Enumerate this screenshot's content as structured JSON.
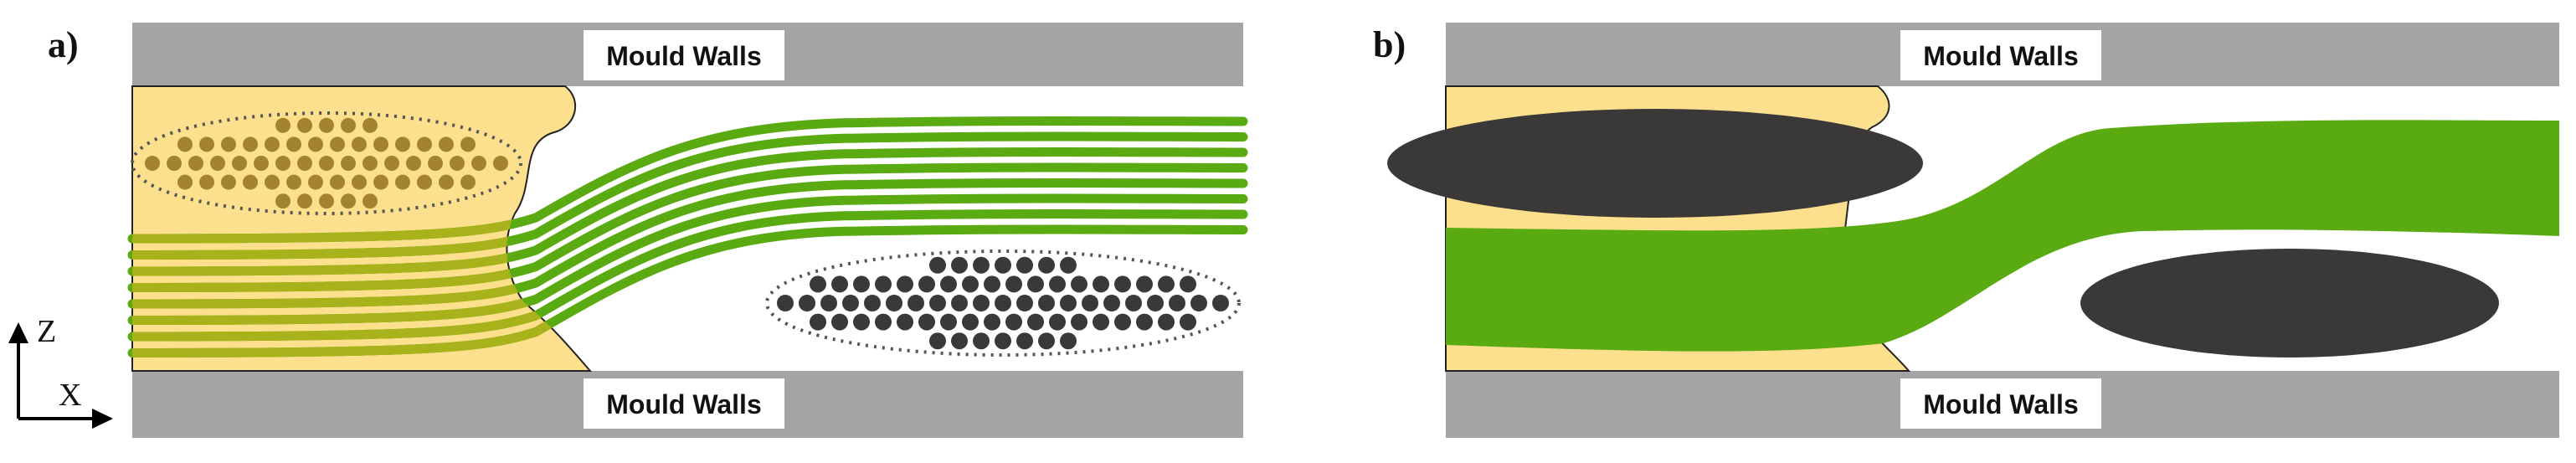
{
  "panels": [
    {
      "label": "a)",
      "top_wall": "Mould Walls",
      "bottom_wall": "Mould Walls"
    },
    {
      "label": "b)",
      "top_wall": "Mould Walls",
      "bottom_wall": "Mould Walls"
    }
  ],
  "axes": {
    "vertical": "Z",
    "horizontal": "X"
  },
  "colors": {
    "wall": "#a4a4a4",
    "resin": "#fde08e",
    "fibre_green": "#5aaa12",
    "fibre_olive": "#a8b21a",
    "particle": "#3b3838",
    "particle_inside_resin": "#a3832e",
    "label_box": "#ffffff"
  }
}
